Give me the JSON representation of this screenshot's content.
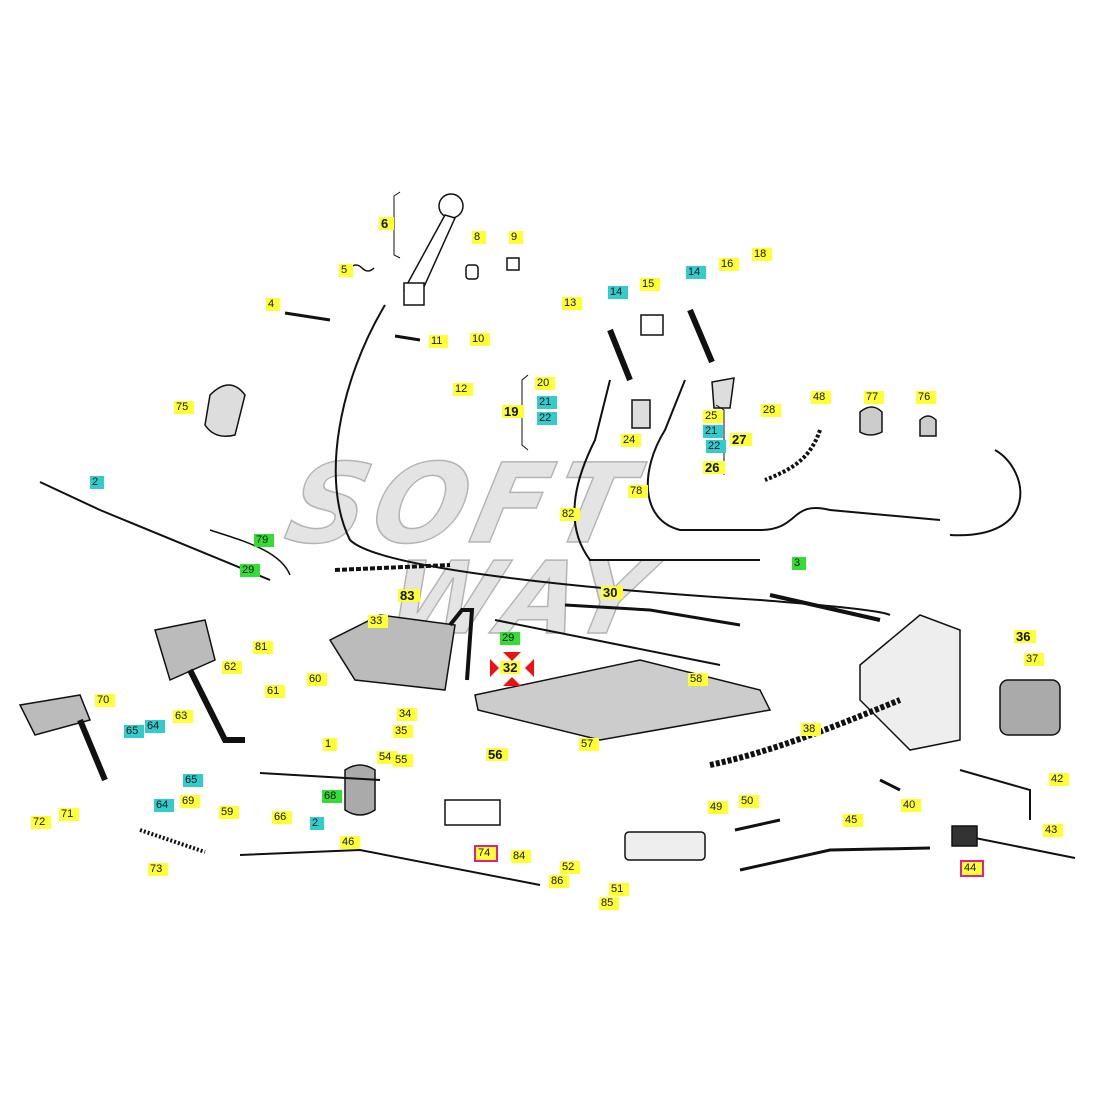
{
  "watermark": {
    "line1": "SOFT",
    "line2": "WAY"
  },
  "colors": {
    "yellow": "#ffff33",
    "cyan": "#33cccc",
    "green": "#33dd33",
    "magenta": "#e0208f",
    "red": "#ee1111"
  },
  "labels": {
    "l6": "6",
    "l8": "8",
    "l9": "9",
    "l5": "5",
    "l4": "4",
    "l11": "11",
    "l10": "10",
    "l12": "12",
    "l13": "13",
    "l14a": "14",
    "l15": "15",
    "l14b": "14",
    "l16": "16",
    "l18": "18",
    "l75": "75",
    "l20": "20",
    "l21a": "21",
    "l22a": "22",
    "l19": "19",
    "l24": "24",
    "l25": "25",
    "l21b": "21",
    "l22b": "22",
    "l27": "27",
    "l28": "28",
    "l48": "48",
    "l77": "77",
    "l76": "76",
    "l26": "26",
    "l78": "78",
    "l82": "82",
    "l2a": "2",
    "l79": "79",
    "l29a": "29",
    "l3": "3",
    "l83": "83",
    "l30": "30",
    "l33": "33",
    "l81": "81",
    "l29b": "29",
    "l32": "32",
    "l58": "58",
    "l36": "36",
    "l37": "37",
    "l62": "62",
    "l70": "70",
    "l61": "61",
    "l60": "60",
    "l34": "34",
    "l35": "35",
    "l63": "63",
    "l64a": "64",
    "l65a": "65",
    "l57": "57",
    "l38": "38",
    "l1": "1",
    "l54": "54",
    "l55": "55",
    "l56": "56",
    "l65b": "65",
    "l68": "68",
    "l69": "69",
    "l64b": "64",
    "l59": "59",
    "l40": "40",
    "l42": "42",
    "l49": "49",
    "l50": "50",
    "l45": "45",
    "l72": "72",
    "l71": "71",
    "l66": "66",
    "l2b": "2",
    "l46": "46",
    "l74": "74",
    "l84": "84",
    "l52": "52",
    "l73": "73",
    "l86": "86",
    "l51": "51",
    "l85": "85",
    "l44": "44",
    "l43": "43"
  }
}
